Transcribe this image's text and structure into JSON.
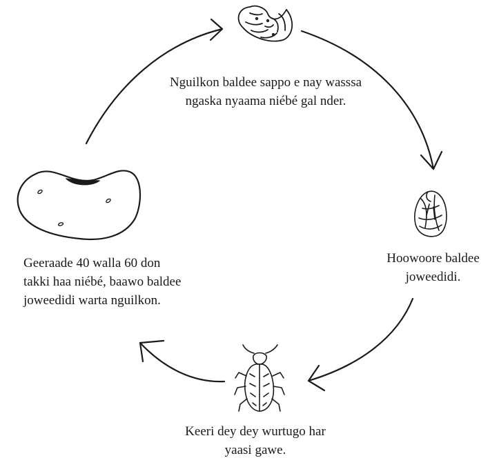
{
  "stages": [
    {
      "id": "larva",
      "illustration": "larva-icon",
      "caption": [
        "Nguilkon baldee sappo e nay wasssa",
        "ngaska nyaama niébé gal nder."
      ]
    },
    {
      "id": "pupa",
      "illustration": "pupa-icon",
      "caption": [
        "Hoowoore baldee",
        "joweedidi."
      ]
    },
    {
      "id": "adult",
      "illustration": "beetle-icon",
      "caption": [
        "Keeri dey dey wurtugo har",
        "yaasi gawe."
      ]
    },
    {
      "id": "egg",
      "illustration": "bean-with-eggs-icon",
      "caption": [
        "Geeraade 40 walla 60 don",
        "takki haa niébé, baawo baldee",
        "joweedidi warta nguilkon."
      ]
    }
  ],
  "arrows": [
    "arrow-egg-to-larva",
    "arrow-larva-to-pupa",
    "arrow-pupa-to-adult",
    "arrow-adult-to-egg"
  ],
  "colors": {
    "ink": "#1a1a1a",
    "background": "#ffffff"
  }
}
